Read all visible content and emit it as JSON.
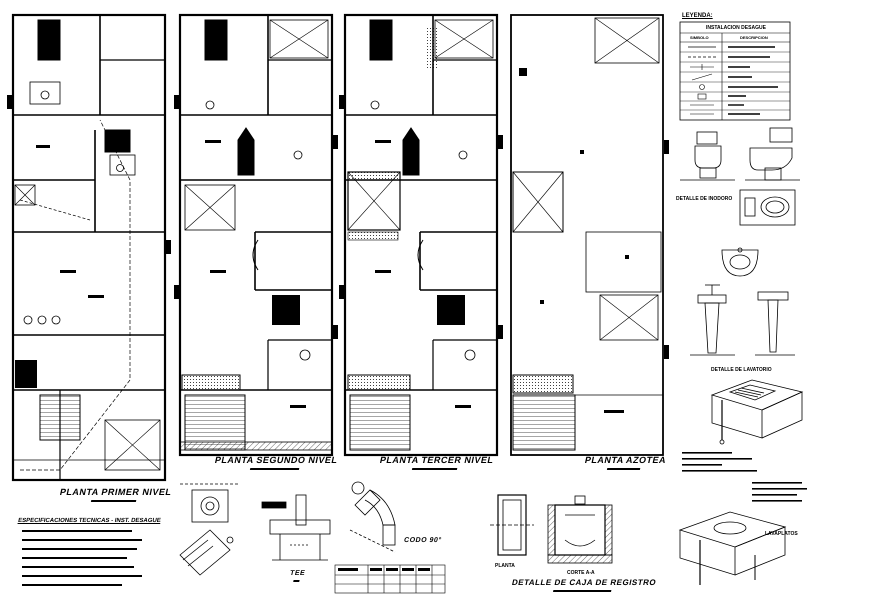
{
  "plans": {
    "primer_nivel": "PLANTA PRIMER NIVEL",
    "segundo_nivel": "PLANTA SEGUNDO NIVEL",
    "tercer_nivel": "PLANTA TERCER NIVEL",
    "azotea": "PLANTA AZOTEA"
  },
  "legend": {
    "title": "LEYENDA:",
    "header": "INSTALACION DESAGUE",
    "col_symbol": "SIMBOLO",
    "col_description": "DESCRIPCION"
  },
  "details": {
    "inodoro": "DETALLE DE INODORO",
    "lavatorio": "DETALLE DE LAVATORIO",
    "lavaplatos": "LAVAPLATOS",
    "codo": "CODO 90°",
    "tee": "TEE",
    "caja_registro": "DETALLE DE CAJA DE REGISTRO",
    "planta": "PLANTA",
    "corte": "CORTE A-A"
  },
  "specs": {
    "title": "ESPECIFICACIONES TECNICAS - INST. DESAGUE"
  },
  "colors": {
    "line": "#000000",
    "background": "#ffffff"
  }
}
